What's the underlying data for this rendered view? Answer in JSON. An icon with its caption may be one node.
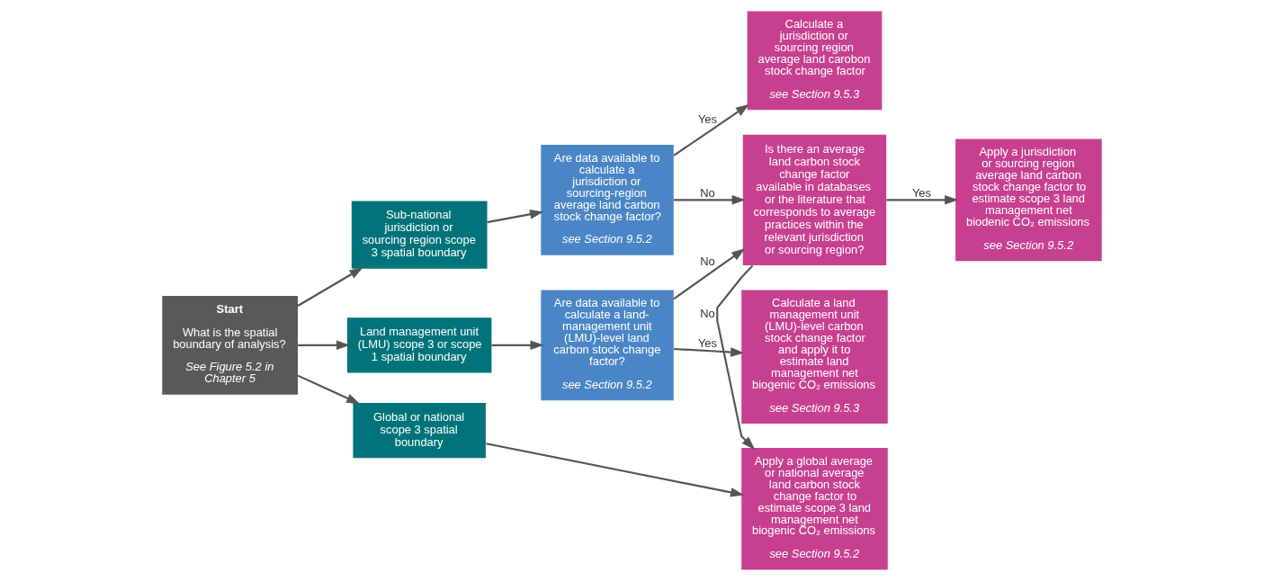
{
  "diagram": {
    "nodes": [
      {
        "text": [
          "Start",
          "What is the spatial boundary of analysis?",
          "See Figure 5.2 in Chapter 5"
        ]
      },
      {
        "text": [
          "Global or national scope 3 spatial boundary"
        ]
      },
      {
        "text": [
          "Sub-national jurisdiction or sourcing region scope 3 spatial boundary"
        ]
      },
      {
        "text": [
          "Land management unit (LMU) scope 3 or scope 1 spatial boundary"
        ]
      },
      {
        "text": [
          "Are data available to calculate a jurisdiction or sourcing-region average land carbon stock change factor?",
          "see Section 9.5.2"
        ]
      },
      {
        "text": [
          "Are data available to calculate a land-management unit (LMU)-level land carbon stock change factor?",
          "see Section 9.5.2"
        ]
      },
      {
        "text": [
          "Calculate a jurisdiction or sourcing region average land carobon stock change factor",
          "see Section 9.5.3"
        ]
      },
      {
        "text": [
          "Apply a global average or national average land carbon stock change factor to estimate scope 3 land management net biogenic CO₂ emissions",
          "see Section 9.5.2"
        ]
      },
      {
        "text": [
          "Calculate a land management unit (LMU)-level carbon stock change factor and apply it to estimate land management net biogenic CO₂ emissions",
          "see Section 9.5.3"
        ]
      },
      {
        "text": [
          "Is there an average land carbon stock change factor available in databases or the literature that corresponds to average practices within the relevant jurisdiction or sourcing region?"
        ]
      },
      {
        "text": [
          "Apply a jurisdiction or sourcing region average land carbon stock change factor to estimate scope 3 land management net biodenic CO₂ emissions",
          "see Section 9.5.2"
        ]
      }
    ],
    "edges": [
      {
        "from": 0,
        "to": 1,
        "arrow": "to"
      },
      {
        "from": 0,
        "to": 2,
        "arrow": "to"
      },
      {
        "from": 0,
        "to": 3,
        "arrow": "to"
      },
      {
        "from": 1,
        "to": 7,
        "arrow": "to"
      },
      {
        "from": 2,
        "to": 4,
        "arrow": "to"
      },
      {
        "from": 3,
        "to": 5,
        "arrow": "to"
      },
      {
        "from": 4,
        "to": 6,
        "arrow": "to",
        "label": "Yes"
      },
      {
        "from": 4,
        "to": 9,
        "arrow": "to",
        "label": "No"
      },
      {
        "from": 5,
        "to": 8,
        "arrow": "to",
        "label": "Yes"
      },
      {
        "from": 5,
        "to": 9,
        "arrow": "to",
        "label": "No"
      },
      {
        "from": 9,
        "to": 7,
        "arrow": "to",
        "label": "No"
      },
      {
        "from": 9,
        "to": 10,
        "arrow": "to",
        "label": "Yes"
      }
    ]
  }
}
